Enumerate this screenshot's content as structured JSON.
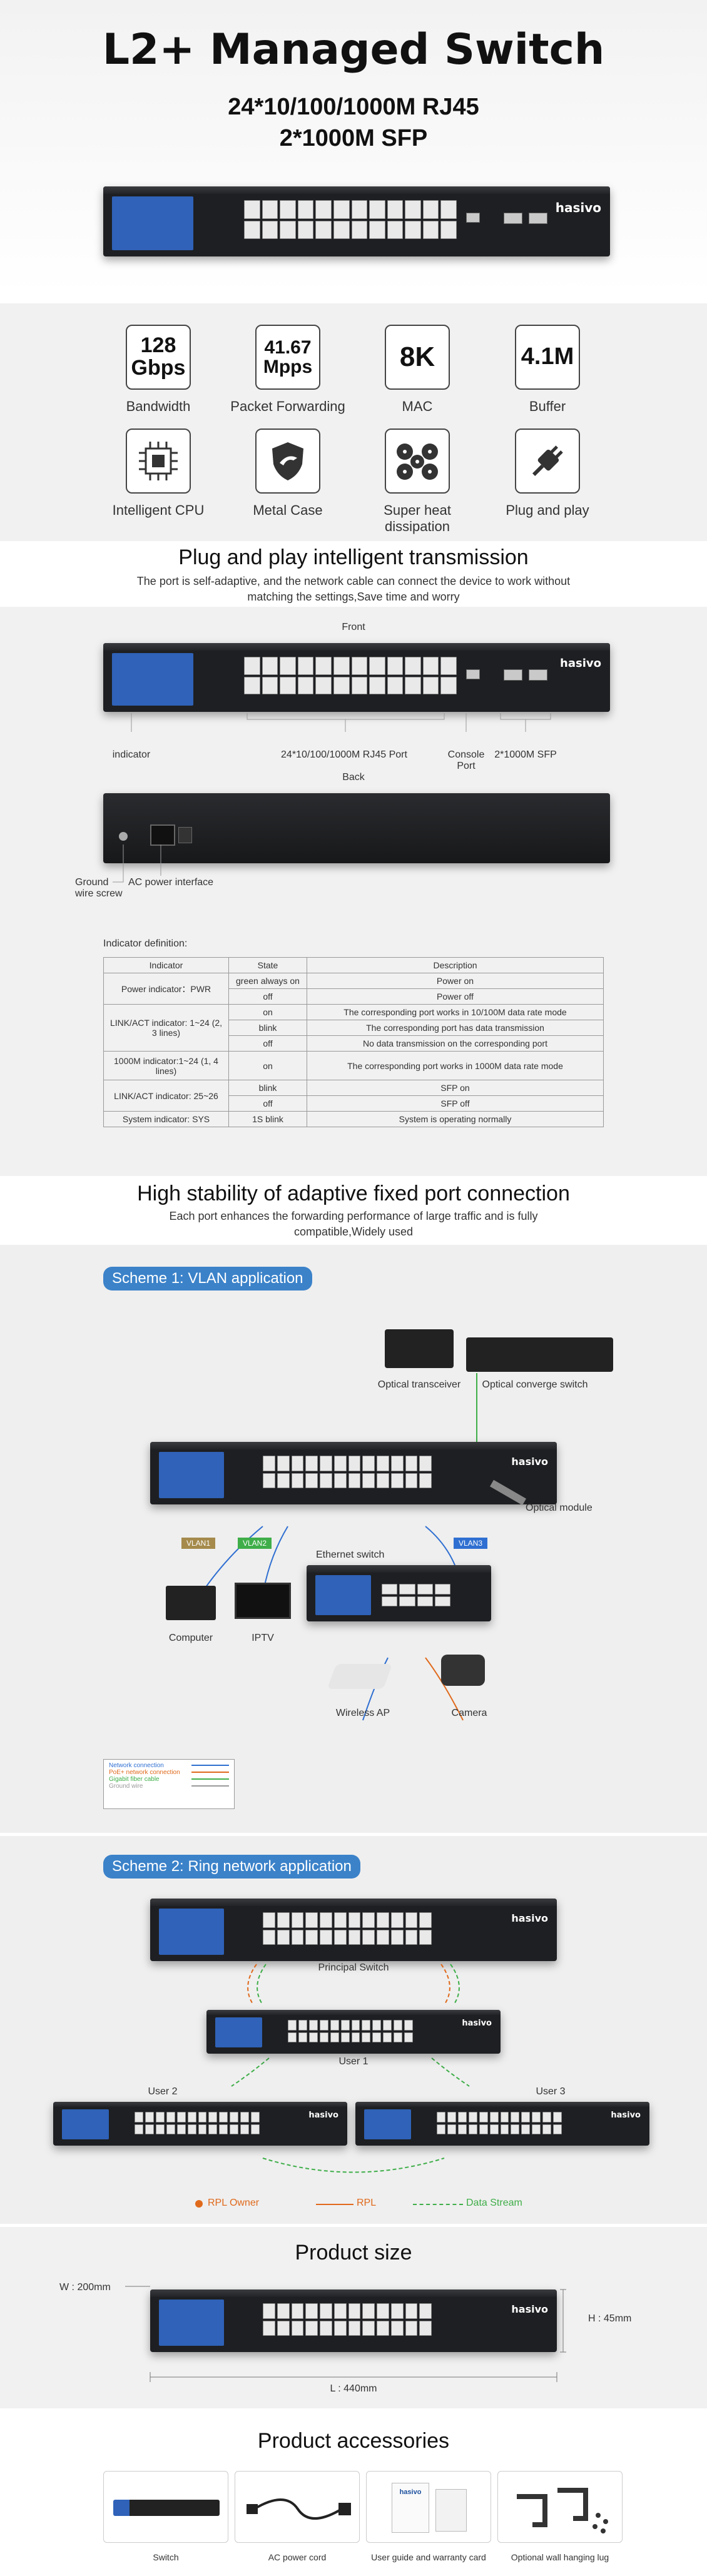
{
  "hero": {
    "title": "L2+ Managed Switch",
    "line1": "24*10/100/1000M RJ45",
    "line2": "2*1000M SFP",
    "brand": "hasivo"
  },
  "features": [
    {
      "icon_text": "128\nGbps",
      "label": "Bandwidth"
    },
    {
      "icon_text": "41.67\nMpps",
      "label": "Packet Forwarding"
    },
    {
      "icon_text": "8K",
      "label": "MAC"
    },
    {
      "icon_text": "4.1M",
      "label": "Buffer"
    },
    {
      "icon": "cpu-icon",
      "label": "Intelligent CPU"
    },
    {
      "icon": "shield-icon",
      "label": "Metal Case"
    },
    {
      "icon": "fan-icon",
      "label": "Super heat dissipation"
    },
    {
      "icon": "plug-icon",
      "label": "Plug and play"
    }
  ],
  "plug": {
    "title": "Plug and play intelligent transmission",
    "sub": "The port is self-adaptive, and the network cable can connect the device to work without matching the settings,Save time and worry"
  },
  "ports": {
    "front": "Front",
    "back": "Back",
    "indicator": "indicator",
    "rj45": "24*10/100/1000M RJ45 Port",
    "console": "Console Port",
    "sfp": "2*1000M SFP",
    "ground": "Ground wire screw",
    "ac": "AC power interface",
    "def_title": "Indicator definition:",
    "table_head": [
      "Indicator",
      "State",
      "Description"
    ],
    "rows": [
      {
        "ind": "Power indicator：PWR",
        "state": "green always on",
        "desc": "Power on"
      },
      {
        "ind": "",
        "state": "off",
        "desc": "Power off"
      },
      {
        "ind": "LINK/ACT indicator: 1~24 (2, 3 lines)",
        "state": "on",
        "desc": "The corresponding port works in 10/100M data rate mode"
      },
      {
        "ind": "",
        "state": "blink",
        "desc": "The corresponding port has data transmission"
      },
      {
        "ind": "",
        "state": "off",
        "desc": "No data transmission on the corresponding port"
      },
      {
        "ind": "1000M indicator:1~24 (1, 4 lines)",
        "state": "on",
        "desc": "The corresponding port works in 1000M data rate mode"
      },
      {
        "ind": "LINK/ACT indicator: 25~26",
        "state": "blink",
        "desc": "SFP on"
      },
      {
        "ind": "",
        "state": "off",
        "desc": "SFP off"
      },
      {
        "ind": "System indicator: SYS",
        "state": "1S blink",
        "desc": "System is operating normally"
      }
    ]
  },
  "stability": {
    "title": "High stability of adaptive fixed port connection",
    "sub": "Each port enhances the forwarding performance of large traffic and is fully compatible,Widely used"
  },
  "vlan": {
    "pill": "Scheme 1: VLAN application",
    "optical_transceiver": "Optical transceiver",
    "optical_converge": "Optical converge switch",
    "optical_module": "Optical module",
    "ethernet_switch": "Ethernet switch",
    "computer": "Computer",
    "iptv": "IPTV",
    "wireless_ap": "Wireless AP",
    "camera": "Camera",
    "vlan1": "VLAN1",
    "vlan2": "VLAN2",
    "vlan3": "VLAN3",
    "legend": [
      {
        "label": "Network connection",
        "color": "#2f6fd1"
      },
      {
        "label": "PoE+ network connection",
        "color": "#e06a1c"
      },
      {
        "label": "Gigabit fiber cable",
        "color": "#3fae49"
      },
      {
        "label": "Ground wire",
        "color": "#9a9a9a"
      }
    ]
  },
  "ring": {
    "pill": "Scheme 2: Ring network application",
    "principal": "Principal Switch",
    "user1": "User 1",
    "user2": "User 2",
    "user3": "User 3",
    "rpl_owner": "RPL Owner",
    "rpl": "RPL",
    "data_stream": "Data Stream"
  },
  "size": {
    "title": "Product size",
    "w": "W : 200mm",
    "h": "H : 45mm",
    "l": "L : 440mm"
  },
  "accessories": {
    "title": "Product accessories",
    "items": [
      "Switch",
      "AC power cord",
      "User guide and warranty card",
      "Optional wall hanging lug"
    ]
  }
}
